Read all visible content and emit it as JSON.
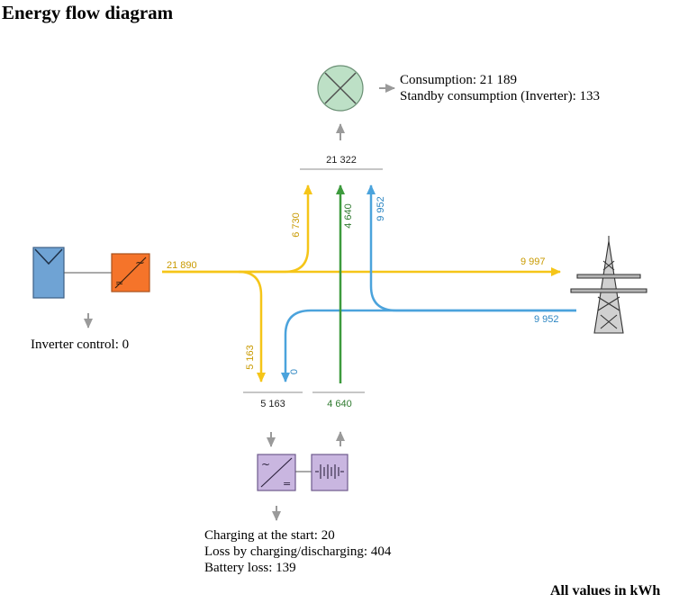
{
  "title": "Energy flow diagram",
  "colors": {
    "pv": "#f5c518",
    "grid": "#4ba3dc",
    "battery": "#3d9a3d",
    "arrow_gray": "#9a9a9a",
    "line_gray": "#8c8c8c",
    "solar_panel": "#6fa3d4",
    "inverter": "#f5742a",
    "consumer": "#bde0c6",
    "battery_box": "#c9b6e0"
  },
  "icons": {
    "solar": "solar-panel-icon",
    "inverter": "pv-inverter-icon",
    "consumer": "consumer-lamp-icon",
    "pylon": "grid-pylon-icon",
    "battery_inverter": "battery-inverter-icon",
    "battery": "battery-icon"
  },
  "consumption": {
    "line1": "Consumption: 21 189",
    "line2": "Standby consumption (Inverter): 133"
  },
  "pv": {
    "inverter_control": "Inverter control: 0"
  },
  "battery_info": {
    "line1": "Charging at the start: 20",
    "line2": "Loss by charging/discharging: 404",
    "line3": "Battery loss: 139"
  },
  "flows": {
    "consumer_total": "21 322",
    "pv_total": "21 890",
    "pv_to_consumer": "6 730",
    "battery_to_consumer": "4 640",
    "grid_to_consumer": "9 952",
    "pv_to_grid": "9 997",
    "grid_import": "9 952",
    "pv_to_battery": "5 163",
    "grid_to_battery": "0",
    "battery_charge_total": "5 163",
    "battery_discharge_total": "4 640"
  },
  "footer": "All values in kWh"
}
